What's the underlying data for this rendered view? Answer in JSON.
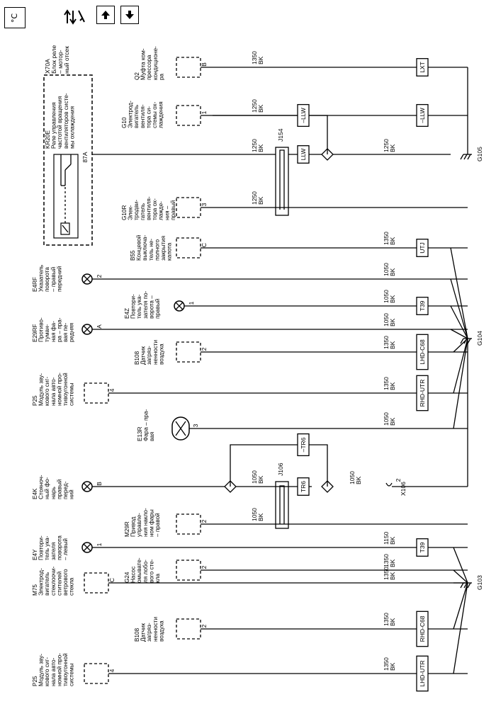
{
  "toolbar": {
    "temp_label": "°C",
    "icons": [
      "temperature-icon",
      "connector-view-icon",
      "arrow-up-icon",
      "arrow-down-icon"
    ]
  },
  "diagram": {
    "splices": [
      "J154",
      "J106"
    ],
    "grounds": [
      "G105",
      "G104",
      "G103"
    ],
    "connector_x106": "X106",
    "connector_x106_pin": "2",
    "relay_block_lines": [
      "X70A",
      "Блок реле",
      "– мотор-",
      "ный отсек"
    ],
    "relay_lines": [
      "KR20E",
      "Реле управления",
      "частотой вращения",
      "вентиляторов систе-",
      "мы охлаждения"
    ],
    "relay_pin": "87A",
    "components": [
      {
        "id": "q2",
        "lines": [
          "Q2",
          "Муфта ком-",
          "прессора",
          "кондиционе-",
          "ра"
        ],
        "pin": "B",
        "wire": "1350\nBK",
        "option": "LXT"
      },
      {
        "id": "g10",
        "lines": [
          "G10",
          "Электрод-",
          "вигатель",
          "вентиля-",
          "тора си-",
          "стемы ох-",
          "лаждения"
        ],
        "pin": "1",
        "wire": "1250\nBK",
        "option": "–LLW"
      },
      {
        "id": "g10r",
        "lines": [
          "G10R",
          "Элек-",
          "тродви-",
          "гатель",
          "вентиля-",
          "тора ох-",
          "лажде-",
          "ния –",
          "правый"
        ],
        "pin": "3",
        "wire": "1250\nBK"
      },
      {
        "id": "b55",
        "lines": [
          "B55",
          "Концевой",
          "выключа-",
          "тель не-",
          "полного",
          "закрытия",
          "капота"
        ],
        "pin": "C",
        "wire": "1350\nBK",
        "option": "UTJ"
      },
      {
        "id": "e4rf",
        "lines": [
          "E4RF",
          "Указатель",
          "поворота",
          "– правый",
          "передний"
        ],
        "pin": "2",
        "wire": "1050\nBK"
      },
      {
        "id": "e4z",
        "lines": [
          "E4Z",
          "Повтори-",
          "тель ука-",
          "зателя по-",
          "ворота –",
          "правый"
        ],
        "pin": "1",
        "wire": "1050\nBK",
        "option": "T39"
      },
      {
        "id": "e29rf",
        "lines": [
          "E29RF",
          "Противо-",
          "туман-",
          "ная фа-",
          "ра – пра-",
          "вая пе-",
          "редняя"
        ],
        "pin": "A",
        "wire": "1050\nBK"
      },
      {
        "id": "b108a",
        "lines": [
          "B108",
          "Датчик",
          "загряз-",
          "ненности",
          "воздуха"
        ],
        "pin": "2",
        "wire": "1350\nBK",
        "option": "LHD-C68"
      },
      {
        "id": "p25a",
        "lines": [
          "P25",
          "Модуль зву-",
          "кового сиг-",
          "нала авто-",
          "номной про-",
          "тивоугонной",
          "системы"
        ],
        "pin": "4",
        "wire": "1350\nBK",
        "option": "RHD-UTR"
      },
      {
        "id": "e13r",
        "lines": [
          "E13R",
          "Фара – пра-",
          "вая"
        ],
        "pin": "3",
        "wire": "1050\nBK"
      },
      {
        "id": "e4k",
        "lines": [
          "E4K",
          "Стояноч-",
          "ный фо-",
          "нарь",
          "правый",
          "перед-",
          "ний"
        ],
        "pin": "B",
        "wire": "1050\nBK"
      },
      {
        "id": "m29r",
        "lines": [
          "M29R",
          "Привод",
          "управле-",
          "ния накло-",
          "ном фары",
          "– правой"
        ],
        "pin": "2",
        "wire": "1050\nBK"
      },
      {
        "id": "e4y",
        "lines": [
          "E4Y",
          "Повтори-",
          "тель ука-",
          "зателя",
          "поворота",
          "– левый"
        ],
        "pin": "1",
        "wire": "1150\nBK",
        "option": "T39"
      },
      {
        "id": "g24",
        "lines": [
          "G24",
          "Насос",
          "омывате-",
          "ля лобо-",
          "вого сте-",
          "кла"
        ],
        "pin": "2",
        "wire": "1350\nBK"
      },
      {
        "id": "m75",
        "lines": [
          "M75",
          "Электрод-",
          "вигатель",
          "стеклоочи-",
          "стителей",
          "ветрового",
          "стекла"
        ],
        "pin": "C",
        "wire": "1350\nBK"
      },
      {
        "id": "b108b",
        "lines": [
          "B108",
          "Датчик",
          "загряз-",
          "ненности",
          "воздуха"
        ],
        "pin": "2",
        "wire": "1350\nBK",
        "option": "RHD-C68"
      },
      {
        "id": "p25b",
        "lines": [
          "P25",
          "Модуль зву-",
          "кового сиг-",
          "нала авто-",
          "номной про-",
          "тивоугонной",
          "системы"
        ],
        "pin": "4",
        "wire": "1350\nBK",
        "option": "LHD-UTR"
      }
    ],
    "extra_wires": {
      "relay_out": "1250\nBK",
      "g105_feed": "1250\nBK",
      "llw_opt": "LLW",
      "e4k_to_x106": "1050\nBK",
      "tr6": "TR6",
      "not_tr6": "–TR6"
    }
  }
}
